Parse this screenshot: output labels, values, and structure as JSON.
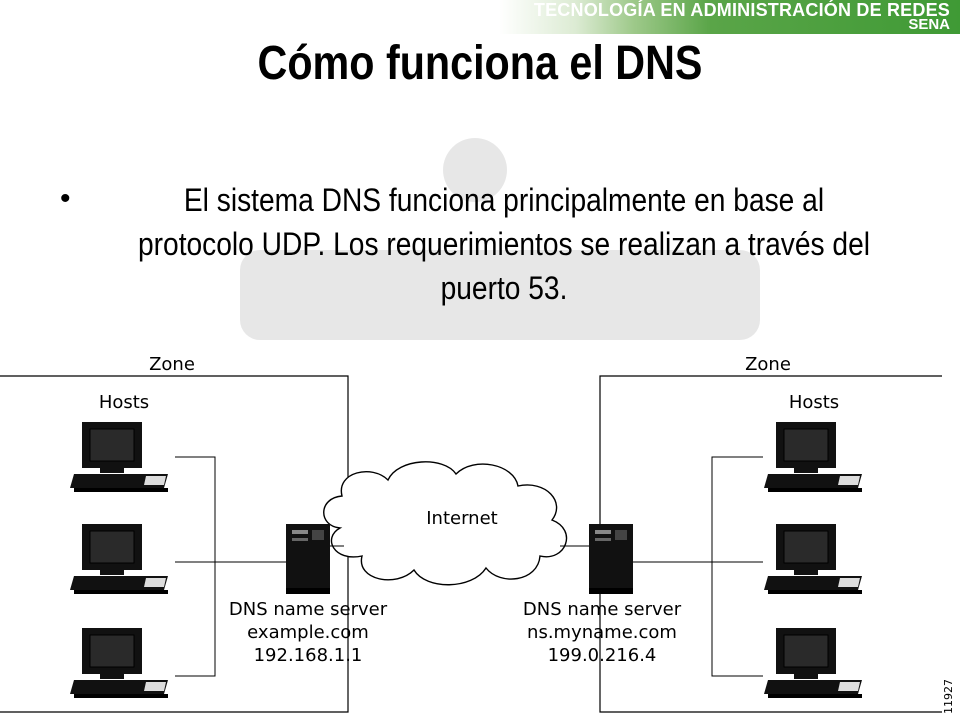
{
  "header": {
    "program": "TECNOLOGÍA EN ADMINISTRACIÓN DE REDES",
    "org": "SENA"
  },
  "title": "Cómo funciona el DNS",
  "bullet": "El sistema DNS funciona principalmente en base al protocolo UDP. Los requerimientos se realizan a través del puerto 53.",
  "diagram": {
    "left_zone": {
      "zone_label": "Zone",
      "hosts_label": "Hosts",
      "server": {
        "line1": "DNS name server",
        "line2": "example.com",
        "line3": "192.168.1.1"
      }
    },
    "right_zone": {
      "zone_label": "Zone",
      "hosts_label": "Hosts",
      "server": {
        "line1": "DNS name server",
        "line2": "ns.myname.com",
        "line3": "199.0.216.4"
      }
    },
    "cloud_label": "Internet",
    "figure_id": "11927"
  },
  "colors": {
    "header_green": "#3f9a35",
    "text": "#000000"
  }
}
